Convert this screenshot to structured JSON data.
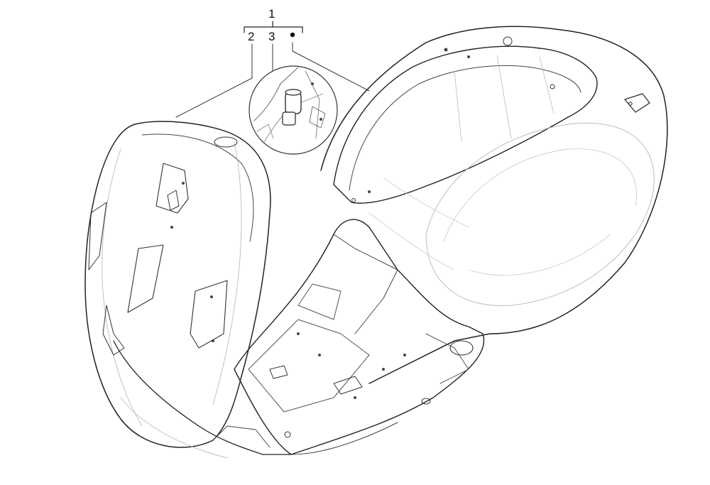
{
  "callouts": {
    "assembly": "1",
    "body_frame": "2",
    "inset_part": "3"
  },
  "marker_icon": "dot-bullet-icon",
  "colors": {
    "outline": "#2a2a2a",
    "ghost": "#b9b9b9",
    "detail": "#555555"
  }
}
